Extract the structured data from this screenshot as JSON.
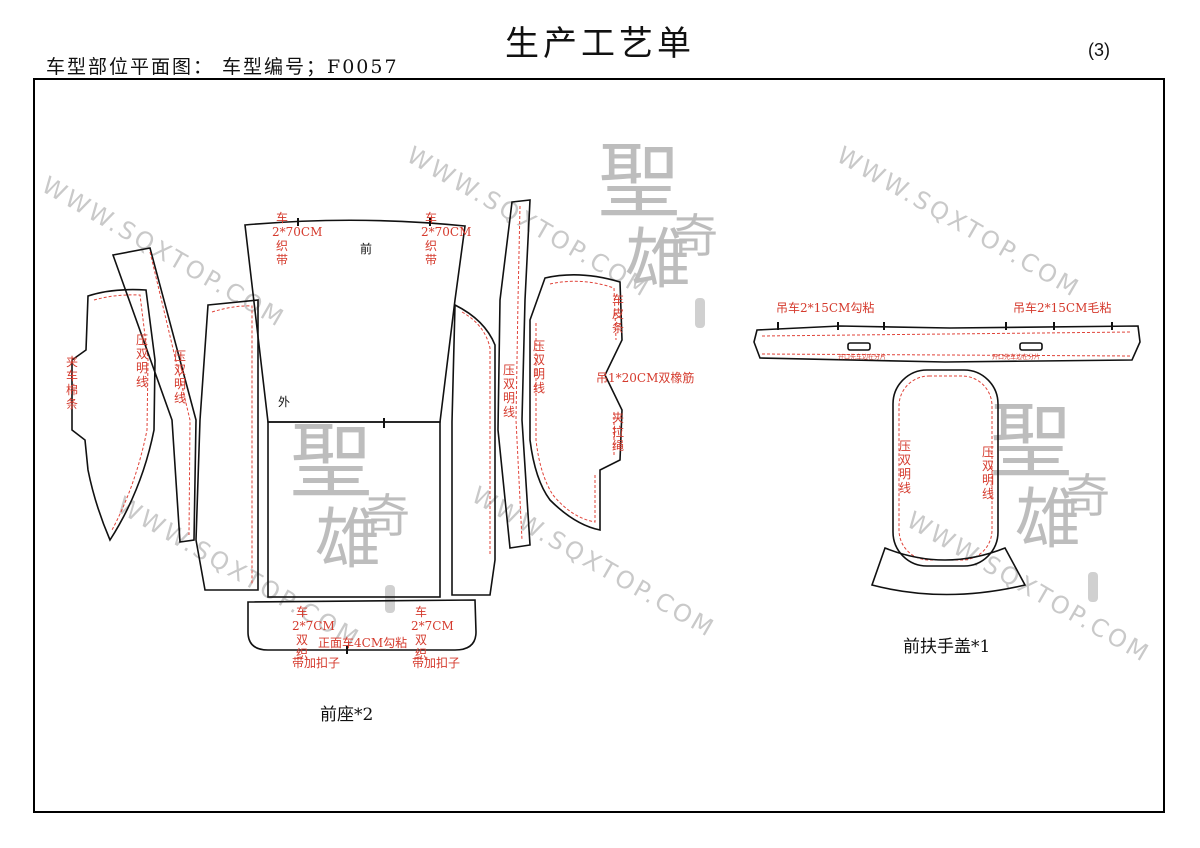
{
  "header": {
    "title": "生产工艺单",
    "subtitle": "车型部位平面图：  车型编号；F0057",
    "page_number": "(3)"
  },
  "watermark": {
    "text": "WWW.SQXTOP.COM",
    "seal_big": "聖",
    "seal_small": "奇",
    "seal_mid": "雄"
  },
  "front_seat": {
    "caption": "前座*2",
    "label_front": "前",
    "label_outer": "外",
    "note_left_strip": [
      "夹",
      "车",
      "棉",
      "条"
    ],
    "note_side_left1": [
      "压",
      "双",
      "明",
      "线"
    ],
    "note_side_left2": [
      "压",
      "双",
      "明",
      "线"
    ],
    "note_back_left": [
      "车",
      "2*70CM",
      "织",
      "带"
    ],
    "note_back_right": [
      "车",
      "2*70CM",
      "织",
      "带"
    ],
    "note_side_right1": [
      "压",
      "双",
      "明",
      "线"
    ],
    "note_side_right2": [
      "压",
      "双",
      "明",
      "线"
    ],
    "note_leather": [
      "车",
      "皮",
      "条"
    ],
    "note_elastic": "吊1*20CM双橡筋",
    "note_drawcord": [
      "夹",
      "拉",
      "绳"
    ],
    "note_bottom_left": [
      "车",
      "2*7CM",
      "双",
      "织"
    ],
    "note_bottom_right": [
      "车",
      "2*7CM",
      "双",
      "织"
    ],
    "note_bottom_center": "正面车4CM勾粘",
    "note_button_left": "带加扣子",
    "note_button_right": "带加扣子"
  },
  "armrest": {
    "caption": "前扶手盖*1",
    "note_hook": "吊车2*15CM勾粘",
    "note_loop": "吊车2*15CM毛粘",
    "note_tiny_left": "开口先车边在分片",
    "note_tiny_right": "开口先车边在分片",
    "note_left": [
      "压",
      "双",
      "明",
      "线"
    ],
    "note_right": [
      "压",
      "双",
      "明",
      "线"
    ]
  }
}
